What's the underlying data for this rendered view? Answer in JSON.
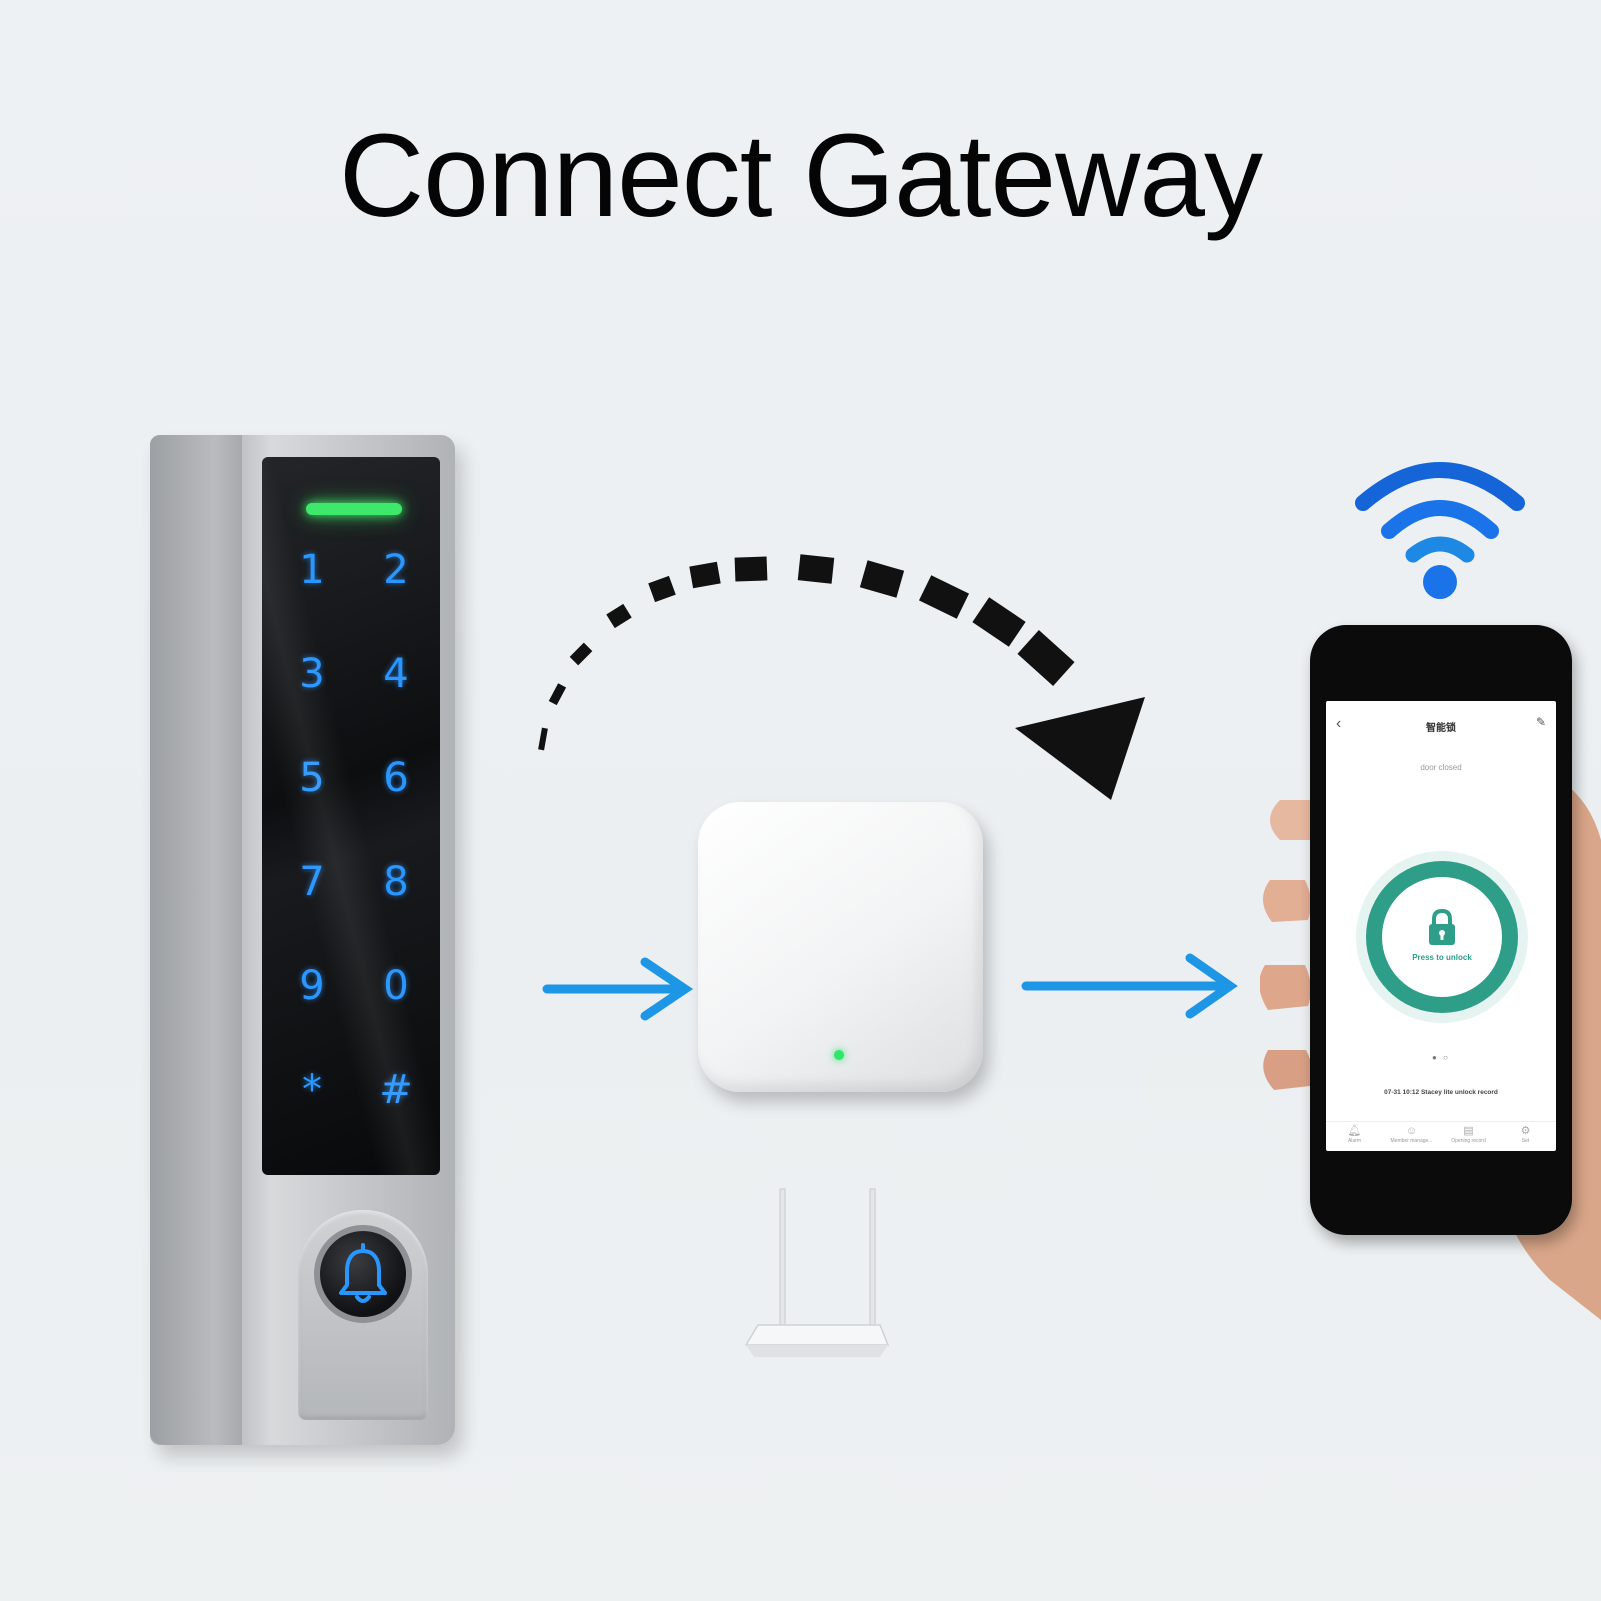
{
  "title": "Connect Gateway",
  "keypad": {
    "keys": [
      "1",
      "2",
      "3",
      "4",
      "5",
      "6",
      "7",
      "8",
      "9",
      "0",
      "*",
      "#"
    ],
    "key_color": "#2a96ff",
    "led_color": "#3ee86a"
  },
  "gateway": {
    "led_color": "#2ee66a"
  },
  "arrow_color": "#1e96e6",
  "phone": {
    "app_title": "智能锁",
    "door_status": "door closed",
    "unlock_label": "Press to unlock",
    "pager": "● ○",
    "record": "07-31 10:12 Stacey lite unlock record",
    "accent_color": "#2f9e89",
    "tabs": [
      {
        "label": "Alarm",
        "icon": "bell-icon"
      },
      {
        "label": "Member manage...",
        "icon": "user-icon"
      },
      {
        "label": "Opening record",
        "icon": "document-icon"
      },
      {
        "label": "Set",
        "icon": "gear-icon"
      }
    ]
  },
  "icons": {
    "doorbell": "bell-icon",
    "wifi": "wifi-icon",
    "router": "router-icon",
    "lock": "lock-icon"
  }
}
